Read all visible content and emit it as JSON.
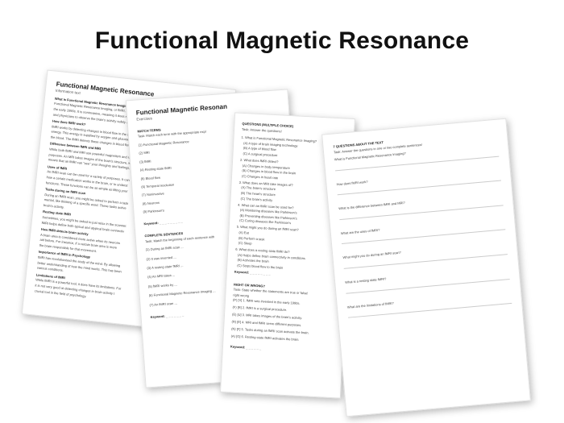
{
  "title": "Functional Magnetic Resonance",
  "sheet1": {
    "heading": "Functional Magnetic Resonance",
    "subheading": "Information text",
    "sections": [
      {
        "h": "What is Functional Magnetic Resonance Imaging?",
        "lines": [
          "Functional Magnetic Resonance Imaging, or fMRI, is a type",
          "the early 1990s. It is noninvasive, meaning it does not req",
          "and physicians to observe the brain's activity safely and p"
        ]
      },
      {
        "h": "How does fMRI work?",
        "lines": [
          "fMRI works by detecting changes in blood flow in the brain",
          "energy. This energy is supplied by oxygen and glucose, wh",
          "the blood. The fMRI detects these changes in blood flow."
        ]
      },
      {
        "h": "Difference between fMRI and MRI",
        "lines": [
          "While both fMRI and MRI use powerful magnetism and rad",
          "purposes. An MRI takes images of the brain's structure, wh",
          "means that an fMRI can \"see\" your thoughts and feelings,"
        ]
      },
      {
        "h": "Uses of fMRI",
        "lines": [
          "An fMRI scan can be used for a variety of purposes. It can",
          "how a certain medication works in the brain, or to underst",
          "functions. These functions can be as simple as lifting your"
        ]
      },
      {
        "h": "Tasks during an fMRI scan",
        "lines": [
          "During an fMRI scan, you might be asked to perform a task",
          "mental, like thinking of a specific word. These tasks active",
          "brain's activity."
        ]
      },
      {
        "h": "Resting state fMRI",
        "lines": [
          "Sometimes, you might be asked to just relax in the scanner.",
          "fMRI helps define both typical and atypical brain connectiv"
        ]
      },
      {
        "h": "How fMRI detects brain activity",
        "lines": [
          "A brain area is considered more active when its neurons",
          "aid before. For instance, if a certain brain area is more",
          "the brain responsible for that movement."
        ]
      },
      {
        "h": "Importance of fMRI in Psychology",
        "lines": [
          "fMRI has revolutionised the study of the mind. By allowing",
          "better understanding of how the mind works. This has been",
          "various conditions."
        ]
      },
      {
        "h": "Limitations of fMRI",
        "lines": [
          "While fMRI is a powerful tool, it does have its limitations. For",
          "it is not very good at detecting changes in brain activity t",
          "crucial tool in the field of psychology."
        ]
      }
    ]
  },
  "sheet2": {
    "heading": "Functional Magnetic Resonan",
    "subheading": "Exercises",
    "match_title": "MATCH TERMS",
    "match_task": "Task: Match each term with the appropriate expl",
    "match_left": [
      "(1) Functional Magnetic Resonance",
      "(2) MRI",
      "(3) fMRI",
      "(4) Resting state fMRI",
      "(5) Blood flow",
      "(6) Temporal resolution",
      "(7) Noninvasive",
      "(8) Neurons",
      "(9) Parkinson's"
    ],
    "match_right": [
      "(a) Typ",
      "(b) Ce",
      "(c) Me",
      "(d) Cal",
      "(e) Ima",
      "(f) A b",
      "(g) The",
      "(h) The",
      "(i) Pro"
    ],
    "keyword_label": "Keyword:",
    "keyword_blanks": "_ _ _ _ _ _ _ _ _",
    "complete_title": "COMPLETE SENTENCES",
    "complete_task": "Task: Match the beginning of each sentence with",
    "complete_items": [
      "(1) During an fMRI scan ...",
      "(2) It was invented ...",
      "(3) A resting state fMRI ...",
      "(4) An MRI takes ...",
      "(5) fMRI works by ...",
      "(6) Functional Magnetic Resonance Imaging ...",
      "(7) An fMRI scan ..."
    ],
    "keyword2_label": "Keyword:",
    "keyword2_blanks": "_ _ _ _ _ _ _"
  },
  "sheet3": {
    "mc_title": "QUESTIONS (MULTIPLE CHOICE)",
    "mc_task": "Task: Answer the questions!",
    "questions": [
      {
        "q": "1. What is Functional Magnetic Resonance Imaging?",
        "opts": [
          "(A) A type of brain imaging technology",
          "(B) A type of blood flow",
          "(C) A surgical procedure"
        ]
      },
      {
        "q": "2. What does fMRI detect?",
        "opts": [
          "(A) Changes in body temperature",
          "(B) Changes in blood flow in the brain",
          "(C) Changes in heart rate"
        ]
      },
      {
        "q": "3. What does an MRI take images of?",
        "opts": [
          "(A) The brain's structure",
          "(B) The heart's structure",
          "(C) The brain's activity"
        ]
      },
      {
        "q": "4. What can an fMRI scan be used for?",
        "opts": [
          "(A) Monitoring diseases like Parkinson's",
          "(B) Preventing diseases like Parkinson's",
          "(C) Curing diseases like Parkinson's"
        ]
      },
      {
        "q": "5. What might you do during an fMRI scan?",
        "opts": [
          "(A) Eat",
          "(B) Perform a task",
          "(C) Sleep"
        ]
      },
      {
        "q": "6. What does a resting state fMRI do?",
        "opts": [
          "(A) Helps define brain connectivity in conditions",
          "(B) Activates the brain",
          "(C) Stops blood flow to the brain"
        ]
      }
    ],
    "keyword_label": "Keyword:",
    "keyword_blanks": "_ _ _ _ _ _ _ _",
    "rw_title": "RIGHT OR WRONG?",
    "rw_task": "Task: State whether the statements are true or false!",
    "rw_header": "right   wrong",
    "rw_items": [
      "(P)   [V]   1. fMRI was invented in the early 1990s.",
      "(F)   [R]   2. fMRI is a surgical procedure.",
      "(E)   [U]   3. MRI takes images of the brain's activity.",
      "(R)   [E]   4. MRI and fMRI serve different purposes.",
      "(N)   [F]   5. Tasks during an fMRI scan activate the brain.",
      "(A)   [O]   6. Resting state fMRI activates the brain."
    ],
    "keyword2_label": "Keyword:",
    "keyword2_blanks": "_ _ _ _ _ _"
  },
  "sheet4": {
    "title": "7 QUESTIONS ABOUT THE TEXT",
    "task": "Task: Answer the questions in one or two complete sentences!",
    "questions": [
      "What is Functional Magnetic Resonance Imaging?",
      "How does fMRI work?",
      "What is the difference between fMRI and MRI?",
      "What are the uses of fMRI?",
      "What might you do during an fMRI scan?",
      "What is a resting state fMRI?",
      "What are the limitations of fMRI?"
    ]
  }
}
